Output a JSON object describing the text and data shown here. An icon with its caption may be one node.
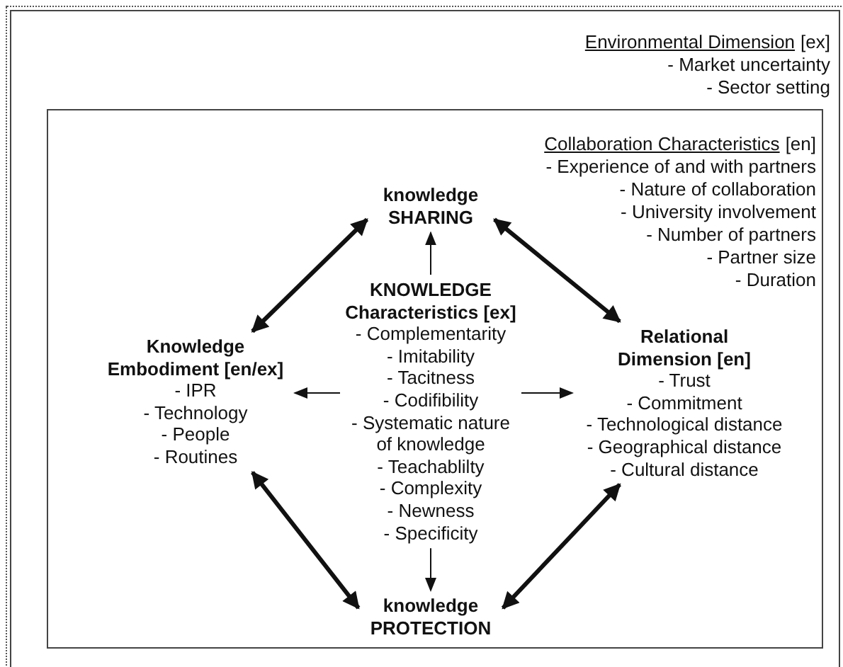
{
  "diagram": {
    "nodes": [
      {
        "text": [
          "Environmental Dimension",
          "[ex]",
          "- Market uncertainty",
          "- Sector setting"
        ]
      },
      {
        "text": [
          "Collaboration Characteristics",
          "[en]",
          "- Experience of and with partners",
          "- Nature of collaboration",
          "- University involvement",
          "- Number of partners",
          "- Partner size",
          "- Duration"
        ],
        "in": 0
      },
      {
        "text": [
          "knowledge SHARING"
        ],
        "in": 1
      },
      {
        "text": [
          "KNOWLEDGE Characteristics [ex]",
          "- Complementarity",
          "- Imitability",
          "- Tacitness",
          "- Codifibility",
          "- Systematic nature of knowledge",
          "- Teachablilty",
          "- Complexity",
          "- Newness",
          "- Specificity"
        ],
        "in": 1
      },
      {
        "text": [
          "Knowledge Embodiment [en/ex]",
          "- IPR",
          "- Technology",
          "- People",
          "- Routines"
        ],
        "in": 1
      },
      {
        "text": [
          "Relational Dimension [en]",
          "- Trust",
          "- Commitment",
          "- Technological distance",
          "- Geographical distance",
          "- Cultural distance"
        ],
        "in": 1
      },
      {
        "text": [
          "knowledge PROTECTION"
        ],
        "in": 1
      }
    ],
    "edges": [
      {
        "from": 3,
        "to": 2,
        "arrow": "to"
      },
      {
        "from": 3,
        "to": 4,
        "arrow": "to"
      },
      {
        "from": 3,
        "to": 5,
        "arrow": "to"
      },
      {
        "from": 3,
        "to": 6,
        "arrow": "to"
      },
      {
        "from": 2,
        "to": 4,
        "arrow": "both",
        "style": "thick"
      },
      {
        "from": 2,
        "to": 5,
        "arrow": "both",
        "style": "thick"
      },
      {
        "from": 4,
        "to": 6,
        "arrow": "both",
        "style": "thick"
      },
      {
        "from": 5,
        "to": 6,
        "arrow": "both",
        "style": "thick"
      }
    ]
  }
}
